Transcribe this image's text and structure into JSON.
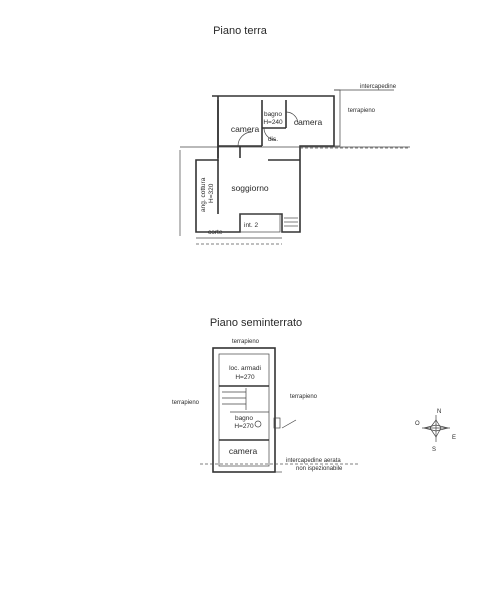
{
  "ground_floor": {
    "title": "Piano terra",
    "rooms": {
      "camera_left": "camera",
      "bagno": "bagno",
      "bagno_height": "H=240",
      "camera_right": "camera",
      "dis": "dis.",
      "soggiorno": "soggiorno",
      "angolo_cottura": "ang. cottura",
      "angolo_cottura_height": "H=320",
      "corte": "corte",
      "int": "int. 2"
    },
    "labels": {
      "intercapedine": "intercapedine",
      "terrapieno": "terrapieno"
    }
  },
  "basement": {
    "title": "Piano seminterrato",
    "rooms": {
      "loc_armadi": "loc. armadi",
      "loc_armadi_height": "H=270",
      "bagno": "bagno",
      "bagno_height": "H=270",
      "camera": "camera"
    },
    "labels": {
      "terrapieno_top": "terrapieno",
      "terrapieno_left": "terrapieno",
      "terrapieno_right": "terrapieno",
      "intercapedine_note_1": "intercapedine aerata",
      "intercapedine_note_2": "non ispezionabile"
    }
  },
  "compass": {
    "n": "N",
    "s": "S",
    "e": "E",
    "o": "O"
  }
}
